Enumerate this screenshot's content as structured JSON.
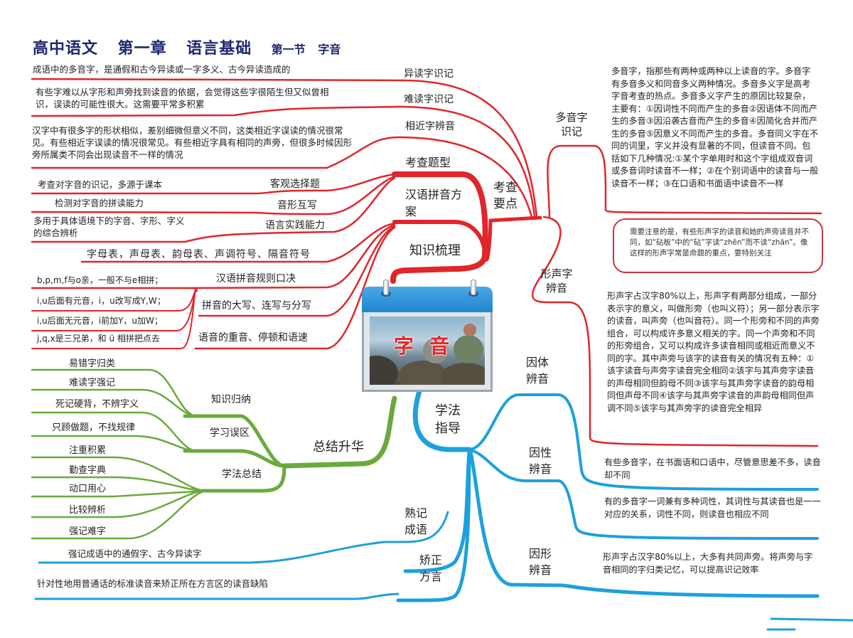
{
  "title": {
    "subject": "高中语文",
    "chapter": "第一章",
    "chapter_name": "语言基础",
    "section": "第一节",
    "section_name": "字音"
  },
  "center": {
    "label": "字音",
    "icon": "calendar-icon"
  },
  "colors": {
    "red_branch": "#e0262b",
    "blue_branch": "#1ea0dc",
    "green_branch": "#6aaa3c",
    "title": "#1d2770"
  },
  "kaocha": {
    "label": "考查要点",
    "branches": [
      {
        "label": "异读字识记",
        "note": "成语中的多音字，是通假和古今异读或一字多义、古今异读造成的"
      },
      {
        "label": "难读字识记",
        "note": "有些字难以从字形和声旁找到读音的依据，会觉得这些字很陌生但又似曾相识，误读的可能性很大。这需要平常多积累"
      },
      {
        "label": "相近字辨音",
        "note": "汉字中有很多字的形状相似，差别细微但意义不同，这类相近字误读的情况很常见。有些相近字误读的情况很常见。有些相近字具有相同的声旁，但很多时候因形旁所属类不同会出现读音不一样的情况"
      },
      {
        "label": "多音字识记",
        "note": "多音字，指那些有两种或两种以上读音的字。多音字有多音多义和同音多义两种情况。多音多义字是高考字音考查的热点。多音多义字产生的原因比较复杂，主要有：①因词性不同而产生的多音②因语体不同而产生的多音③因沿袭古音而产生的多音④因简化合并而产生的多音⑤因意义不同而产生的多音。多音同义字在不同的词里，字义并没有显著的不同，但读音不同。包括如下几种情况:①某个字单用时和这个字组成双音词或多音词时读音不一样；②在个别词语中的读音与一般读音不一样；③在口语和书面语中读音不一样"
      },
      {
        "label": "形声字辨音",
        "note": "形声字占汉字80%以上，形声字有两部分组成，一部分表示字的意义，叫做形旁（也叫义符）；另一部分表示字的读音，叫声旁（也叫音符）。同一个形旁和不同的声旁组合，可以构成许多意义相关的字。同一个声旁和不同的形旁组合，又可以构成许多读音相同或相近而意义不同的字。其中声旁与该字的读音有关的情况有五种：①该字读音与声旁字读音完全相同②该字与其声旁字读音的声母相同但韵母不同③该字与其声旁字读音的韵母相同但声母不同④该字与其声旁字读音的声韵母相同但声调不同⑤该字与其声旁字的读音完全相异"
      }
    ],
    "callout": "需要注意的是，有些形声字的读音和她的声旁读音并不同，如“砧板”中的“砧”字读“zhēn”而不读“zhān”。像这样的形声字常是命题的重点，要特别关注"
  },
  "zhishi": {
    "label": "知识梳理",
    "tixing": {
      "label": "考查题型",
      "items": [
        {
          "label": "客观选择题",
          "note": "考查对字音的识记，多源于课本"
        },
        {
          "label": "音形互写",
          "note": "检测对字音的拼读能力"
        },
        {
          "label": "语言实践能力",
          "note": "多用于具体语境下的字音、字形、字义的综合辨析"
        }
      ]
    },
    "pinyin": {
      "label": "汉语拼音方案",
      "items": [
        {
          "label": "字母表，声母表、韵母表、声调符号、隔音符号"
        },
        {
          "label": "汉语拼音规则口决",
          "rules": [
            "b,p,m,f与o亲，一般不与e相拼；",
            "i,u后面有元音，i，u改写成Y,W；",
            "i,u后面无元音，i前加Y，u加W；",
            "j,q,x是三兄弟，和 ü 相拼把点去"
          ]
        },
        {
          "label": "拼音的大写、连写与分写"
        },
        {
          "label": "语音的重音、停顿和语速"
        }
      ]
    }
  },
  "zongjie": {
    "label": "总结升华",
    "groups": [
      {
        "label": "知识归纳",
        "items": [
          "易错字归类",
          "难读字强记"
        ]
      },
      {
        "label": "学习误区",
        "items": [
          "死记硬背，不辨字义",
          "只顾做题，不找规律"
        ]
      },
      {
        "label": "学法总结",
        "items": [
          "注重积累",
          "勤查字典",
          "动口用心",
          "比较辨析",
          "强记难字"
        ]
      }
    ]
  },
  "xuefa": {
    "label": "学法指导",
    "branches": [
      {
        "label": "因体辨音",
        "note": "有些多音字，在书面语和口语中，尽管意思差不多，读音却不同"
      },
      {
        "label": "因性辨音",
        "note": "有的多音字一词兼有多种词性，其词性与其读音也是一一对应的关系，词性不同，则读音也相应不同"
      },
      {
        "label": "因形辨音",
        "note": "形声字占汉字80%以上，大多有共同声旁。将声旁与字音相同的字归类记忆，可以提高识记效率"
      },
      {
        "label": "熟记成语",
        "note": "强记成语中的通假字、古今异读字"
      },
      {
        "label": "矫正方言",
        "note": "针对性地用普通话的标准读音来矫正所在方言区的读音缺陷"
      }
    ]
  }
}
